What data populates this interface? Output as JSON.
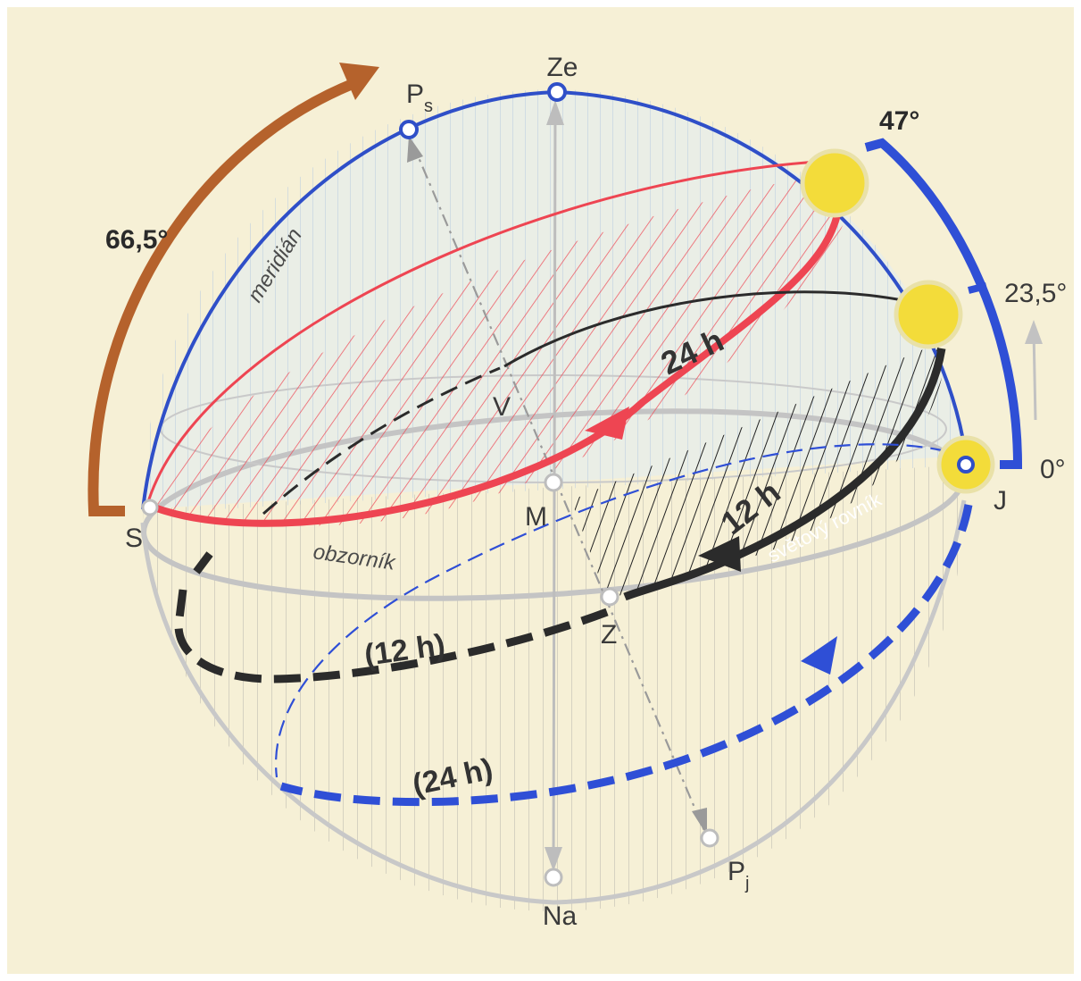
{
  "colors": {
    "paper": "#f6f0d6",
    "meridian_blue": "#2f4fc8",
    "summer_red": "#ee4552",
    "equinox_black": "#2b2b2b",
    "winter_blue": "#2f4fd6",
    "latitude_brown": "#b5622c",
    "sun_yellow": "#f3dc3a",
    "horizon_gray": "#bdbdbd"
  },
  "labels": {
    "zenith": "Ze",
    "pole_north": "P",
    "pole_north_sub": "s",
    "pole_south": "P",
    "pole_south_sub": "j",
    "nadir": "Na",
    "north_point": "S",
    "south_point": "J",
    "center": "M",
    "east_point": "V",
    "west_point": "Z",
    "meridian": "meridián",
    "horizon": "obzorník",
    "celestial_equator": "světový rovník",
    "latitude_angle": "66,5°",
    "summer_height": "47°",
    "equinox_height": "23,5°",
    "winter_height": "0°",
    "summer_day": "24 h",
    "equinox_day": "12 h",
    "equinox_night": "(12 h)",
    "winter_night": "(24 h)"
  },
  "icons": {
    "sun_summer": "sun-icon",
    "sun_equinox": "sun-icon",
    "sun_winter": "sun-icon",
    "latitude_arrow": "curved-arrow-icon"
  }
}
